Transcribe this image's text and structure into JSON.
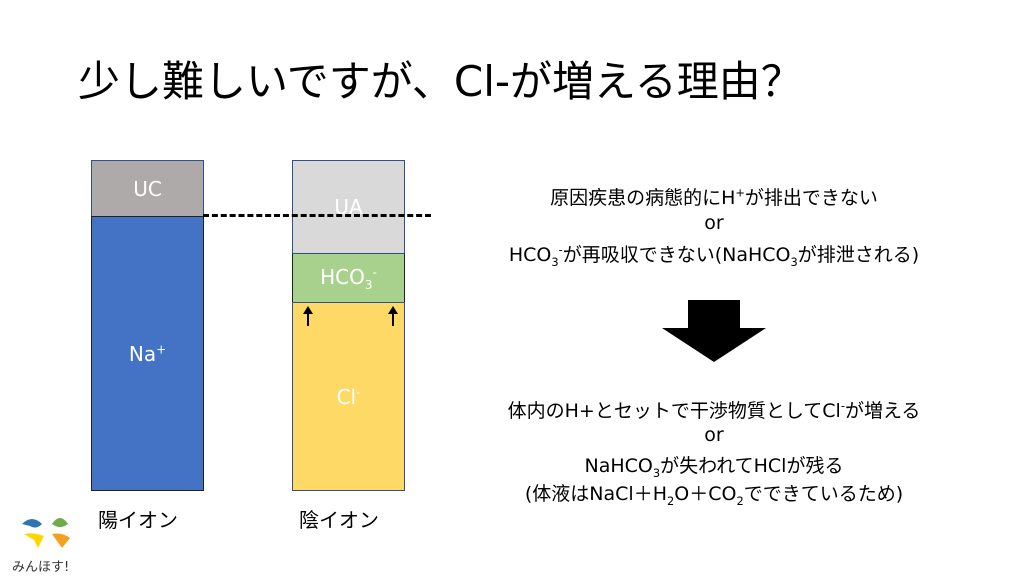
{
  "title": "少し難しいですが、Cl-が増える理由？",
  "cations": {
    "uc": "UC",
    "na": "Na",
    "na_sup": "+",
    "label": "陽イオン"
  },
  "anions": {
    "ua": "UA",
    "hco": "HCO",
    "hco_sub": "3",
    "hco_sup": "-",
    "cl": "Cl",
    "cl_sup": "-",
    "label": "陰イオン"
  },
  "right": {
    "l1a": "原因疾患の病態的にH",
    "l1sup": "+",
    "l1b": "が排出できない",
    "or1": "or",
    "l3a": "HCO",
    "l3sub": "3",
    "l3sup": "-",
    "l3b": "が再吸収できない(NaHCO",
    "l3sub2": "3",
    "l3c": "が排泄される)",
    "l4a": "体内のH+とセットで干渉物質としてCl",
    "l4sup": "-",
    "l4b": "が増える",
    "or2": "or",
    "l6a": "NaHCO",
    "l6sub": "3",
    "l6b": "が失われてHClが残る",
    "l7a": "(体液はNaCl＋H",
    "l7sub": "2",
    "l7b": "O＋CO",
    "l7sub2": "2",
    "l7c": "でできているため)"
  },
  "logo": {
    "text": "みんほす!"
  },
  "colors": {
    "uc": "#aeaaaa",
    "na": "#4472c4",
    "ua": "#d9d9d9",
    "hco": "#a9d18e",
    "cl": "#ffd966"
  }
}
